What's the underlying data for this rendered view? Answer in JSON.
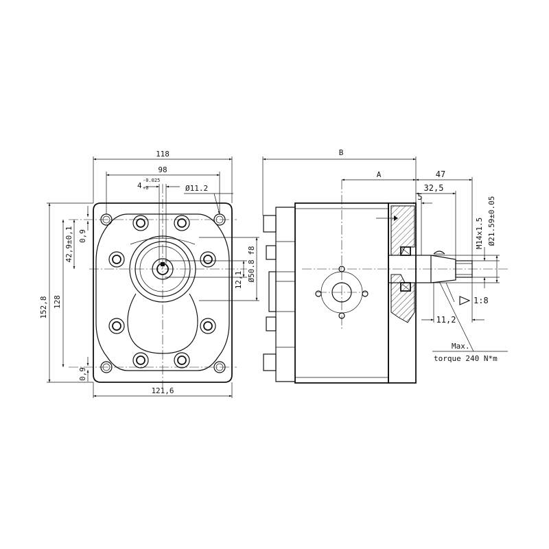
{
  "front_view": {
    "dims": {
      "width_118": "118",
      "width_98": "98",
      "tol_4_base": "4",
      "tol_4_upper": "-0.025",
      "tol_4_lower": "+0",
      "hole_dia": "Ø11.2",
      "height_152_8": "152,8",
      "height_128": "128",
      "offset_42_9": "42,9±0,1",
      "offset_0_9_top": "0,9",
      "offset_0_9_bottom": "0,9",
      "key_12_1": "12,1",
      "pilot_dia": "Ø50.8 f8",
      "width_121_6": "121,6"
    }
  },
  "side_view": {
    "dims": {
      "length_B": "B",
      "length_A": "A",
      "shaft_47": "47",
      "shaft_32_5": "32,5",
      "shaft_5": "5",
      "thread": "M14x1.5",
      "shaft_dia": "Ø21.59±0.05",
      "taper": "1:8",
      "shaft_11_2": "11,2"
    },
    "note_line1": "Max.",
    "note_line2": "torque 240 N*m"
  }
}
